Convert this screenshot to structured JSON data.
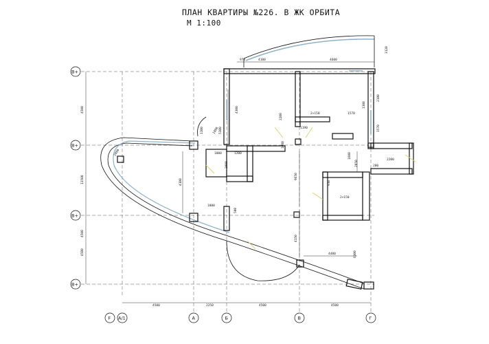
{
  "title": "ПЛАН КВАРТИРЫ №226. В ЖК ОРБИТА",
  "scale": "М 1:100",
  "row_axes": [
    "В+",
    "В+",
    "В+",
    "В+"
  ],
  "column_axes": [
    "F",
    "А/1",
    "А",
    "Б",
    "В",
    "Г"
  ],
  "bottom_dimensions": [
    "4500",
    "2250",
    "4500",
    "4500"
  ],
  "left_dimensions": [
    "4500",
    "13500",
    "4500",
    "4500"
  ],
  "top_dimensions": [
    "970",
    "4100",
    "4600",
    "3120"
  ],
  "interior_dimensions": {
    "d_1": "4300",
    "d_2": "1000",
    "d_3": "1200",
    "d_4": "2000",
    "d_5": "4100",
    "d_6": "9650",
    "d_7": "4150",
    "d_8": "1100",
    "d_9": "5300",
    "d_10": "2×150",
    "d_11": "1570",
    "d_12": "1570",
    "d_13": "2180",
    "d_14": "1300",
    "d_15": "1190",
    "d_16": "2050",
    "d_17": "1600",
    "d_18": "2200",
    "d_19": "2×150",
    "d_20": "910",
    "d_21": "4480",
    "d_22": "6300",
    "d_23": "2800",
    "d_24": "1000",
    "d_25": "1800",
    "d_26": "1800",
    "d_27": "200",
    "d_28": "500",
    "d_29": "2200"
  },
  "colors": {
    "line": "#111111",
    "window": "#8fb0c8",
    "door_swing": "#d8d27a",
    "dim": "#333333"
  }
}
